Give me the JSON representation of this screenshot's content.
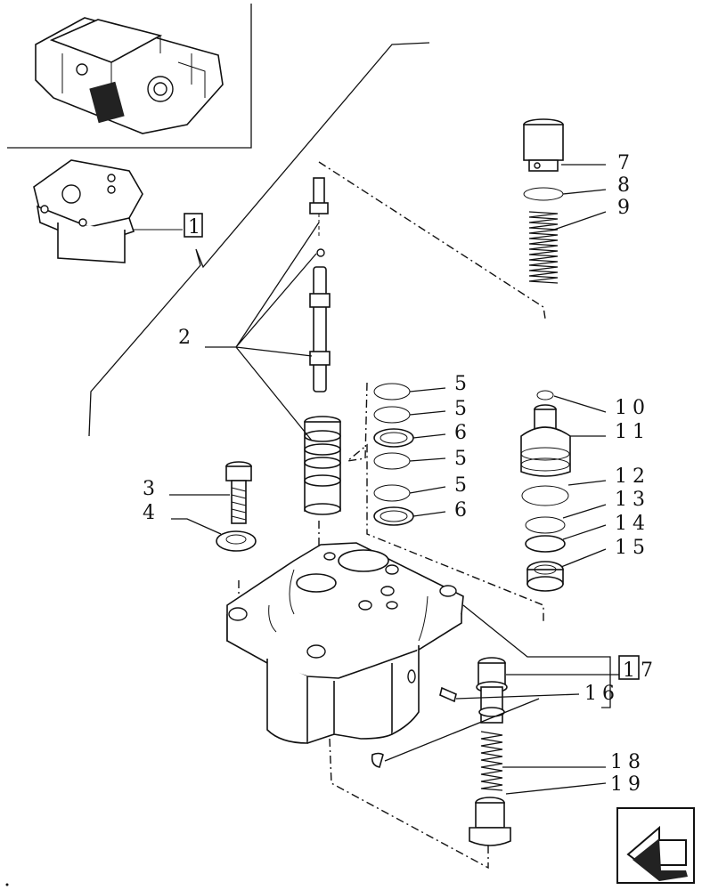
{
  "diagram": {
    "callouts": {
      "c1": "1",
      "c2": "2",
      "c3": "3",
      "c4": "4",
      "c5a": "5",
      "c5b": "5",
      "c5c": "5",
      "c5d": "5",
      "c6a": "6",
      "c6b": "6",
      "c7": "7",
      "c8": "8",
      "c9": "9",
      "c10": "10",
      "c11": "11",
      "c12": "12",
      "c13": "13",
      "c14": "14",
      "c15": "15",
      "c16": "16",
      "c17": "17",
      "c18": "18",
      "c19": "19"
    },
    "nav_icon": "next-page-arrow-icon"
  }
}
